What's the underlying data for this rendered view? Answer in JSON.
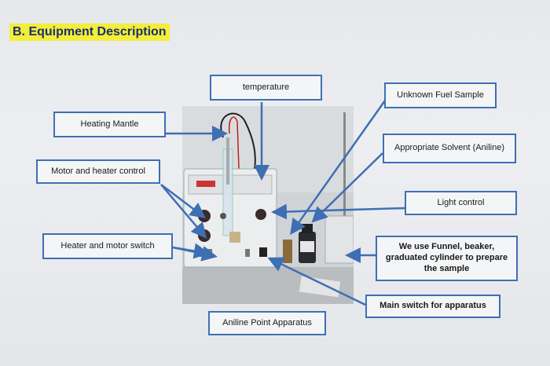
{
  "heading": "B. Equipment Description",
  "labels": {
    "temperature": "temperature",
    "heating_mantle": "Heating Mantle",
    "motor_heater_control": "Motor and heater control",
    "heater_motor_switch": "Heater and motor switch",
    "unknown_fuel_sample": "Unknown Fuel Sample",
    "appropriate_solvent": "Appropriate Solvent (Aniline)",
    "light_control": "Light control",
    "funnel_note": "We use Funnel, beaker, graduated cylinder to prepare the sample",
    "main_switch": "Main switch for apparatus",
    "aniline_point_apparatus": "Aniline Point Apparatus"
  },
  "colors": {
    "arrow": "#3f6fb3",
    "box_border": "#3f6fb3",
    "heading_bg": "#f3ee3a",
    "heading_text": "#1b2f6e"
  }
}
